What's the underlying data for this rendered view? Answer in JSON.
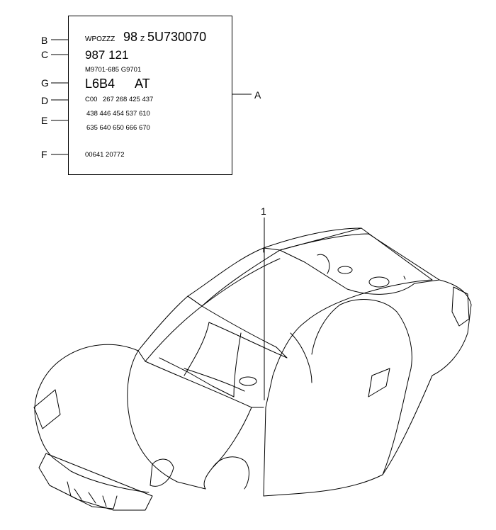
{
  "label": {
    "vin_prefix": "WPOZZZ",
    "vin_model": "98",
    "vin_year": "Z",
    "vin_serial": "5U730070",
    "type_number": "987 121",
    "engine_gear_numbers": "M9701-685   G9701",
    "paint_code": "L6B4",
    "transmission": "AT",
    "option_code_d": "C00",
    "options_row1": "267  268  425  437",
    "options_row2": "438  446  454  537  610",
    "options_row3": "635  640  650  666  670",
    "serial_f": "00641  20772"
  },
  "callouts": {
    "a": "A",
    "b": "B",
    "c": "C",
    "d": "D",
    "e": "E",
    "f": "F",
    "g": "G",
    "part_1": "1"
  }
}
